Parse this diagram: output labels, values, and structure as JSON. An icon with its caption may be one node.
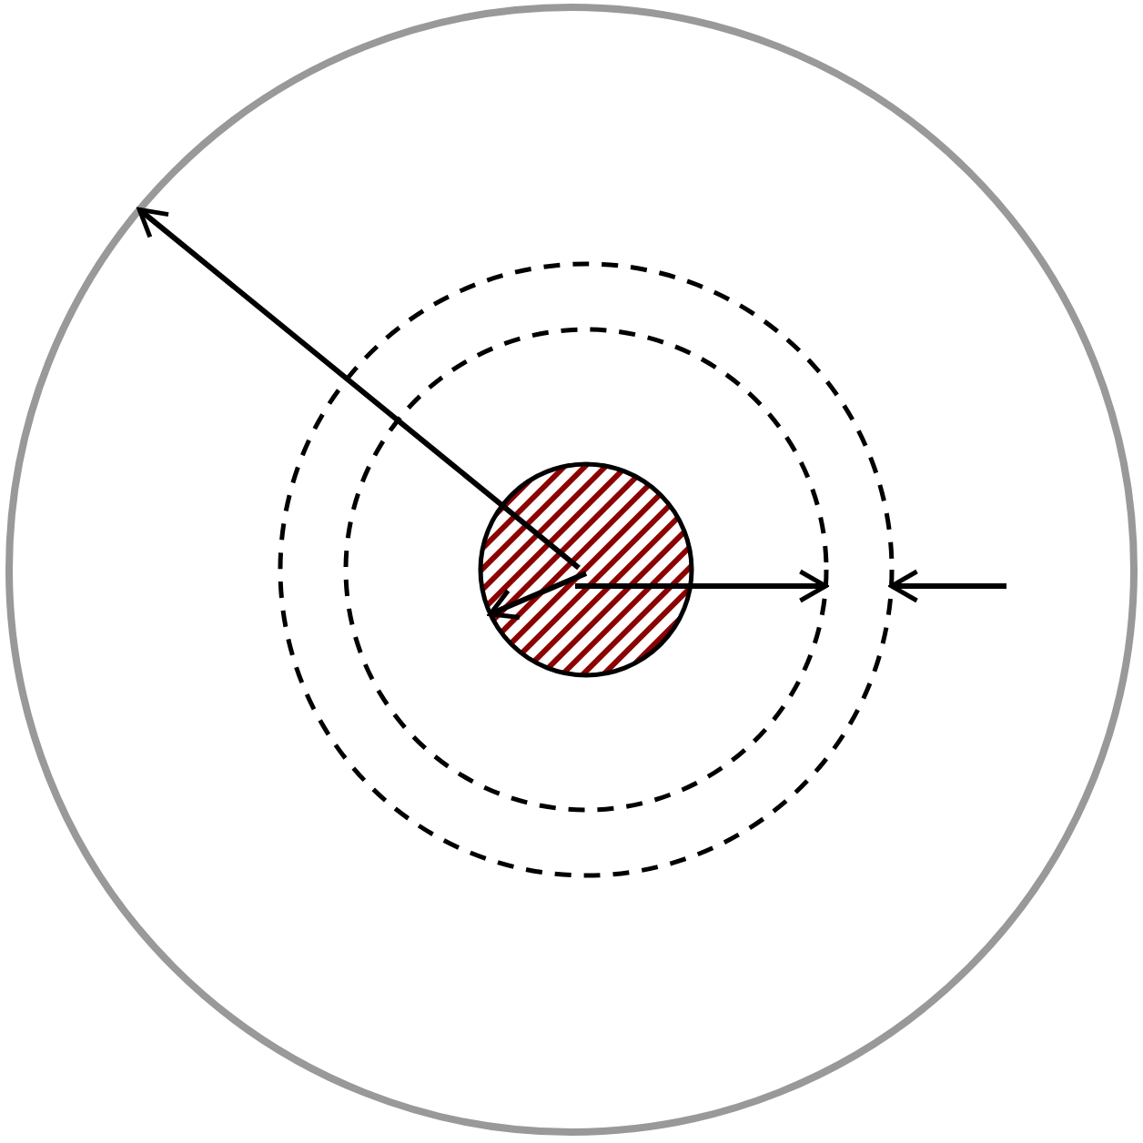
{
  "diagram": {
    "nodes": [
      {
        "text": [],
        "shape": "circle"
      },
      {
        "text": [],
        "shape": "circle",
        "in": 0
      },
      {
        "text": [],
        "shape": "circle",
        "in": 1
      },
      {
        "text": [],
        "shape": "circle",
        "in": 2
      }
    ],
    "edges": [
      {
        "from": 3,
        "to": 0,
        "arrow": "to"
      },
      {
        "from": 3,
        "to": 2,
        "arrow": "to"
      },
      {
        "from": null,
        "to": 1,
        "arrow": "to"
      },
      {
        "from": null,
        "to": 3,
        "arrow": "to"
      }
    ]
  }
}
